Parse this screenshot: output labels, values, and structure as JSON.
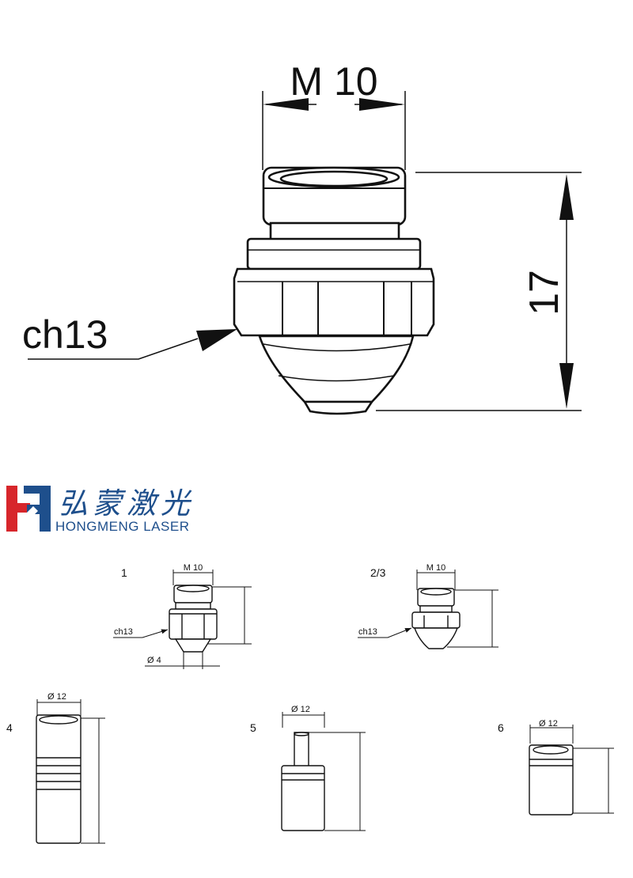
{
  "main_drawing": {
    "thread_label": "M 10",
    "height_label": "17",
    "hex_label": "ch13"
  },
  "brand": {
    "name_cn": "弘蒙激光",
    "name_en": "HONGMENG LASER",
    "colors": {
      "red": "#d7262b",
      "blue": "#1e4f8c"
    }
  },
  "variants": [
    {
      "number": "1",
      "thread_label": "M 10",
      "hex_label": "ch13",
      "diameter_label": "Ø 4"
    },
    {
      "number": "2/3",
      "thread_label": "M 10",
      "hex_label": "ch13"
    },
    {
      "number": "4",
      "diameter_label": "Ø 12"
    },
    {
      "number": "5",
      "diameter_label": "Ø 12"
    },
    {
      "number": "6",
      "diameter_label": "Ø 12"
    }
  ]
}
